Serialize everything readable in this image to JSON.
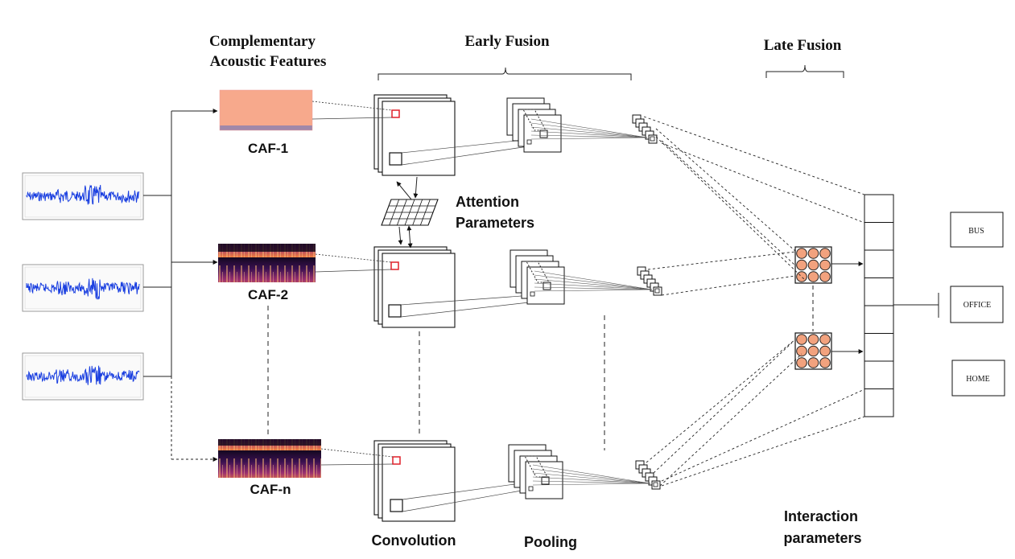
{
  "labels": {
    "caf_title_1": "Complementary",
    "caf_title_2": "Acoustic Features",
    "early_fusion": "Early Fusion",
    "late_fusion": "Late Fusion",
    "caf1": "CAF-1",
    "caf2": "CAF-2",
    "cafn": "CAF-n",
    "attention_1": "Attention",
    "attention_2": "Parameters",
    "convolution": "Convolution",
    "pooling": "Pooling",
    "interaction_1": "Interaction",
    "interaction_2": "parameters"
  },
  "classes": [
    "BUS",
    "OFFICE",
    "HOME"
  ],
  "colors": {
    "waveform": "#1a3fe0",
    "caf1_fill": "#f7a98c",
    "spectro_dark": "#1a0a2e",
    "spectro_mid": "#8a2a6a",
    "spectro_hot": "#f08a4a",
    "node_fill": "#f2a27e",
    "red_marker": "#e0202a"
  }
}
